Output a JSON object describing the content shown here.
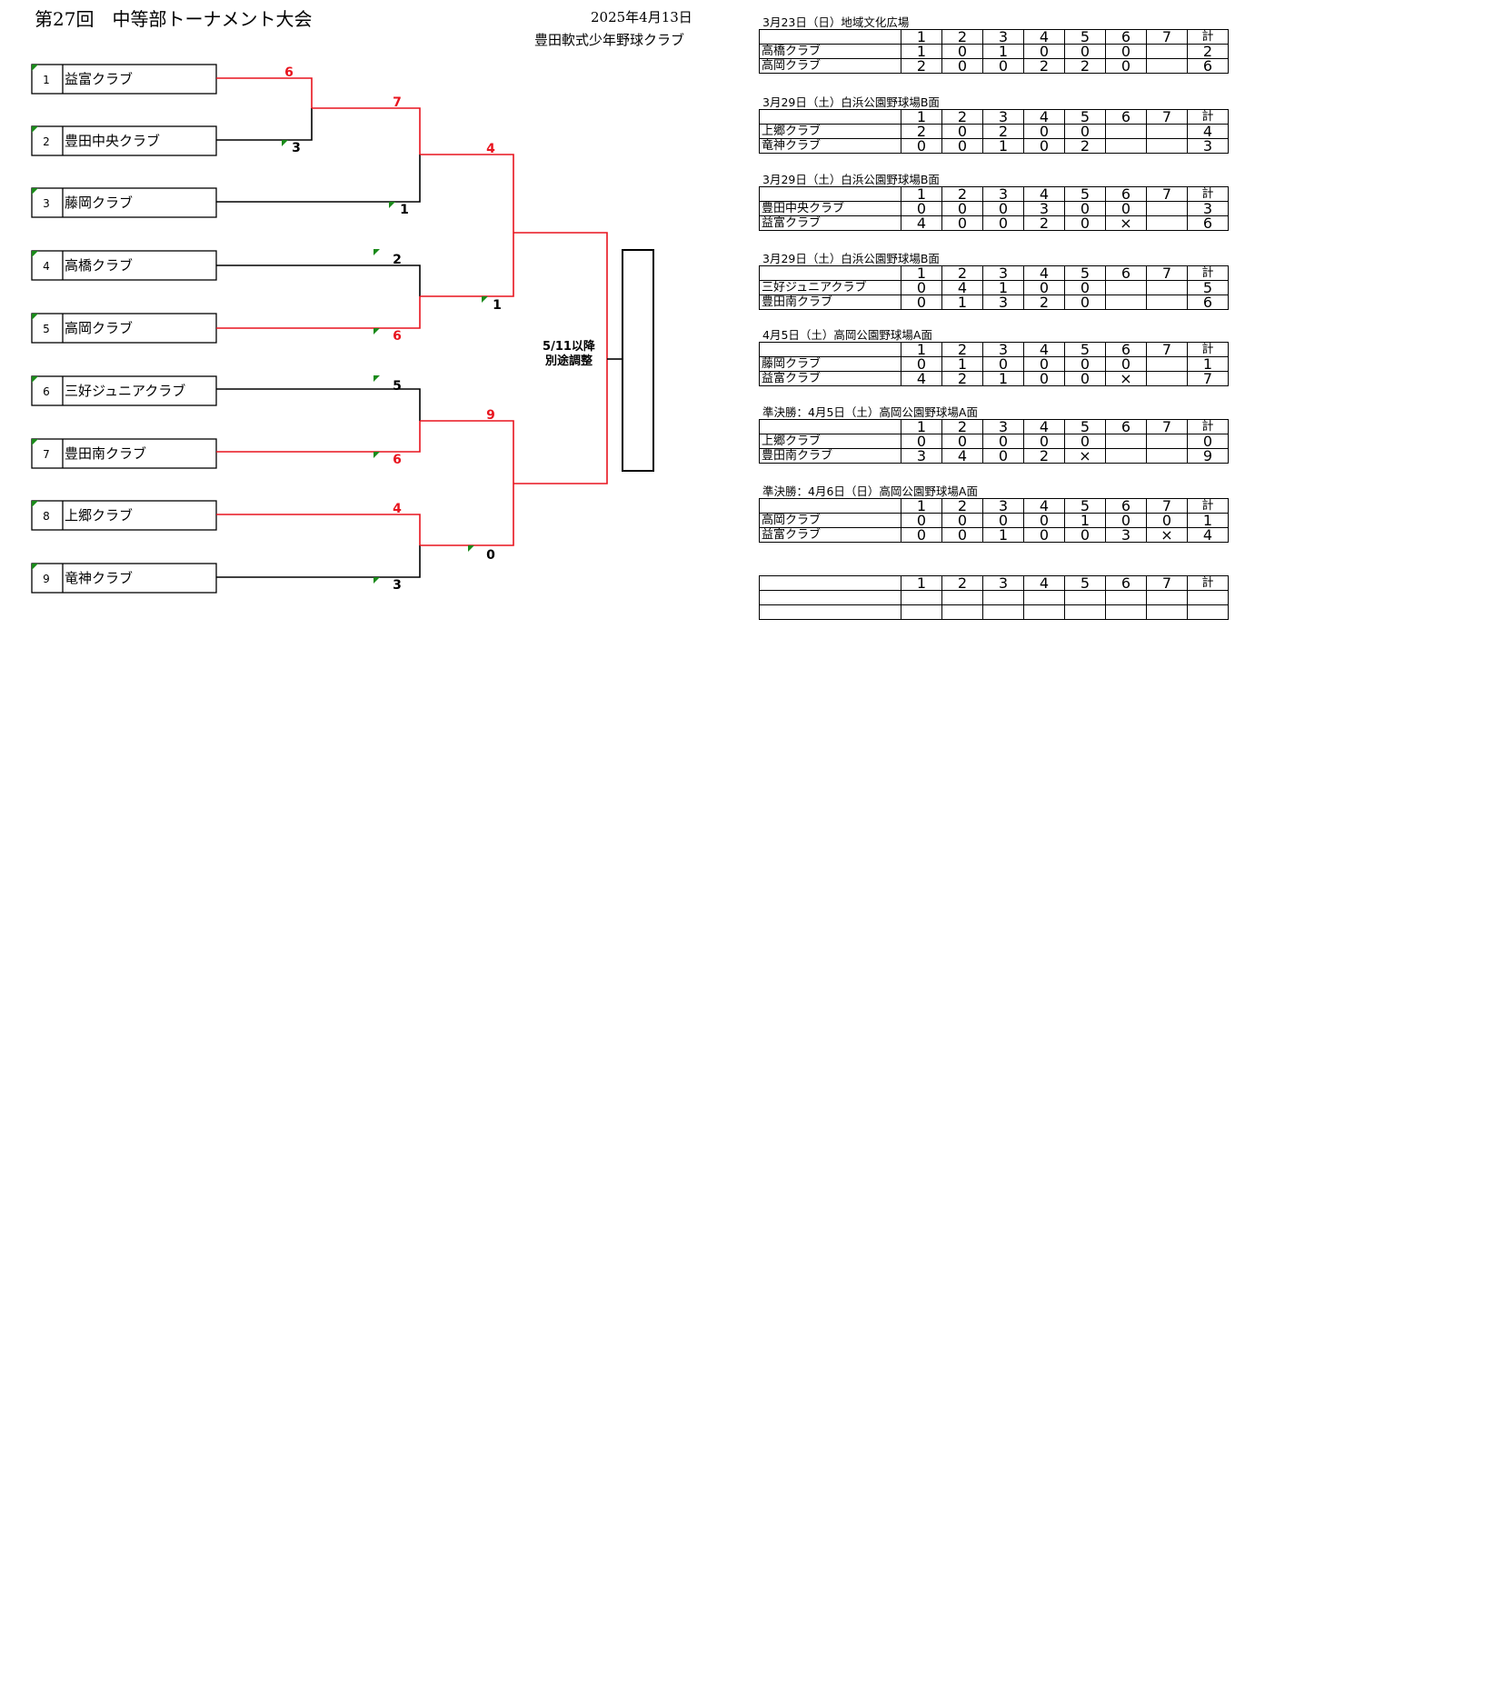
{
  "header": {
    "title": "第27回　中等部トーナメント大会",
    "date": "2025年4月13日",
    "organizer": "豊田軟式少年野球クラブ"
  },
  "bracket": {
    "teams": [
      {
        "seed": "1",
        "name": "益富クラブ"
      },
      {
        "seed": "2",
        "name": "豊田中央クラブ"
      },
      {
        "seed": "3",
        "name": "藤岡クラブ"
      },
      {
        "seed": "4",
        "name": "高橋クラブ"
      },
      {
        "seed": "5",
        "name": "高岡クラブ"
      },
      {
        "seed": "6",
        "name": "三好ジュニアクラブ"
      },
      {
        "seed": "7",
        "name": "豊田南クラブ"
      },
      {
        "seed": "8",
        "name": "上郷クラブ"
      },
      {
        "seed": "9",
        "name": "竜神クラブ"
      }
    ],
    "scores": {
      "r1_a_top": "6",
      "r1_a_bottom": "3",
      "r2_a_top": "7",
      "r2_a_bottom": "1",
      "r1_b_top": "2",
      "r1_b_bottom": "6",
      "r1_c_top": "5",
      "r1_c_bottom": "6",
      "r1_d_top": "4",
      "r1_d_bottom": "3",
      "sf1_top": "4",
      "sf1_bottom": "1",
      "sf2_top": "9",
      "sf2_bottom": "0"
    },
    "final_note_line1": "5/11以降",
    "final_note_line2": "別途調整",
    "colors": {
      "winner_line": "#e8141e",
      "loser_line": "#000000",
      "winner_score": "#e8141e"
    }
  },
  "games": [
    {
      "title": "3月23日（日）地域文化広場",
      "innings": [
        "1",
        "2",
        "3",
        "4",
        "5",
        "6",
        "7",
        "計"
      ],
      "rows": [
        {
          "team": "高橋クラブ",
          "cells": [
            "1",
            "0",
            "1",
            "0",
            "0",
            "0",
            "",
            "2"
          ]
        },
        {
          "team": "高岡クラブ",
          "cells": [
            "2",
            "0",
            "0",
            "2",
            "2",
            "0",
            "",
            "6"
          ]
        }
      ]
    },
    {
      "title": "3月29日（土）白浜公園野球場B面",
      "innings": [
        "1",
        "2",
        "3",
        "4",
        "5",
        "6",
        "7",
        "計"
      ],
      "rows": [
        {
          "team": "上郷クラブ",
          "cells": [
            "2",
            "0",
            "2",
            "0",
            "0",
            "",
            "",
            "4"
          ]
        },
        {
          "team": "竜神クラブ",
          "cells": [
            "0",
            "0",
            "1",
            "0",
            "2",
            "",
            "",
            "3"
          ]
        }
      ]
    },
    {
      "title": "3月29日（土）白浜公園野球場B面",
      "innings": [
        "1",
        "2",
        "3",
        "4",
        "5",
        "6",
        "7",
        "計"
      ],
      "rows": [
        {
          "team": "豊田中央クラブ",
          "cells": [
            "0",
            "0",
            "0",
            "3",
            "0",
            "0",
            "",
            "3"
          ]
        },
        {
          "team": "益富クラブ",
          "cells": [
            "4",
            "0",
            "0",
            "2",
            "0",
            "×",
            "",
            "6"
          ]
        }
      ]
    },
    {
      "title": "3月29日（土）白浜公園野球場B面",
      "innings": [
        "1",
        "2",
        "3",
        "4",
        "5",
        "6",
        "7",
        "計"
      ],
      "rows": [
        {
          "team": "三好ジュニアクラブ",
          "cells": [
            "0",
            "4",
            "1",
            "0",
            "0",
            "",
            "",
            "5"
          ]
        },
        {
          "team": "豊田南クラブ",
          "cells": [
            "0",
            "1",
            "3",
            "2",
            "0",
            "",
            "",
            "6"
          ]
        }
      ]
    },
    {
      "title": "4月5日（土）高岡公園野球場A面",
      "innings": [
        "1",
        "2",
        "3",
        "4",
        "5",
        "6",
        "7",
        "計"
      ],
      "rows": [
        {
          "team": "藤岡クラブ",
          "cells": [
            "0",
            "1",
            "0",
            "0",
            "0",
            "0",
            "",
            "1"
          ]
        },
        {
          "team": "益富クラブ",
          "cells": [
            "4",
            "2",
            "1",
            "0",
            "0",
            "×",
            "",
            "7"
          ]
        }
      ]
    },
    {
      "title": "準決勝：4月5日（土）高岡公園野球場A面",
      "innings": [
        "1",
        "2",
        "3",
        "4",
        "5",
        "6",
        "7",
        "計"
      ],
      "rows": [
        {
          "team": "上郷クラブ",
          "cells": [
            "0",
            "0",
            "0",
            "0",
            "0",
            "",
            "",
            "0"
          ]
        },
        {
          "team": "豊田南クラブ",
          "cells": [
            "3",
            "4",
            "0",
            "2",
            "×",
            "",
            "",
            "9"
          ]
        }
      ]
    },
    {
      "title": "準決勝：4月6日（日）高岡公園野球場A面",
      "innings": [
        "1",
        "2",
        "3",
        "4",
        "5",
        "6",
        "7",
        "計"
      ],
      "rows": [
        {
          "team": "高岡クラブ",
          "cells": [
            "0",
            "0",
            "0",
            "0",
            "1",
            "0",
            "0",
            "1"
          ]
        },
        {
          "team": "益富クラブ",
          "cells": [
            "0",
            "0",
            "1",
            "0",
            "0",
            "3",
            "×",
            "4"
          ]
        }
      ]
    },
    {
      "title": "",
      "innings": [
        "1",
        "2",
        "3",
        "4",
        "5",
        "6",
        "7",
        "計"
      ],
      "rows": [
        {
          "team": "",
          "cells": [
            "",
            "",
            "",
            "",
            "",
            "",
            "",
            ""
          ]
        },
        {
          "team": "",
          "cells": [
            "",
            "",
            "",
            "",
            "",
            "",
            "",
            ""
          ]
        }
      ]
    }
  ]
}
